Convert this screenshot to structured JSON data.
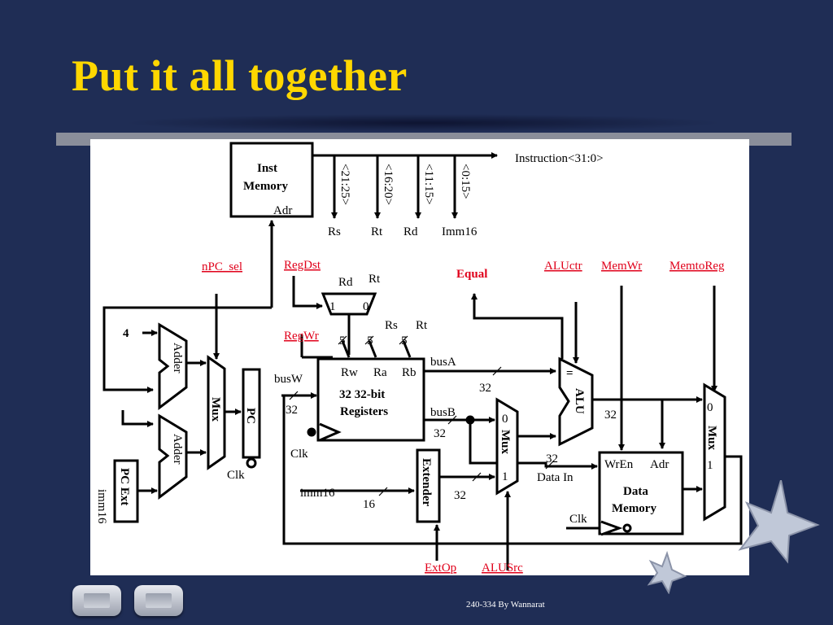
{
  "slide": {
    "title": "Put it all together",
    "footer": "240-334 By Wannarat"
  },
  "diagram": {
    "inst_memory": [
      "Inst",
      "Memory"
    ],
    "adr": "Adr",
    "instruction": "Instruction<31:0>",
    "fields": [
      "<21:25>",
      "<16:20>",
      "<11:15>",
      "<0:15>"
    ],
    "field_outputs": [
      "Rs",
      "Rt",
      "Rd",
      "Imm16"
    ],
    "controls": {
      "npc_sel": "nPC_sel",
      "regdst": "RegDst",
      "regwr": "RegWr",
      "equal": "Equal",
      "aluctr": "ALUctr",
      "memwr": "MemWr",
      "memtoreg": "MemtoReg",
      "extop": "ExtOp",
      "alusrc": "ALUSrc"
    },
    "mux_rd": "Rd",
    "mux_rt": "Rt",
    "mux_1": "1",
    "mux_0": "0",
    "four": "4",
    "adder": "Adder",
    "mux": "Mux",
    "pc": "PC",
    "pc_ext": "PC Ext",
    "imm16": "imm16",
    "clk": "Clk",
    "w5": "5",
    "rs": "Rs",
    "rt": "Rt",
    "rw": "Rw",
    "ra": "Ra",
    "rb": "Rb",
    "regfile": [
      "32 32-bit",
      "Registers"
    ],
    "busw": "busW",
    "busa": "busA",
    "busb": "busB",
    "w32": "32",
    "w16": "16",
    "alu": "ALU",
    "eq": "=",
    "extender": "Extender",
    "wren": "WrEn",
    "data_in": "Data In",
    "data_memory": [
      "Data",
      "Memory"
    ],
    "zero": "0",
    "one": "1"
  }
}
